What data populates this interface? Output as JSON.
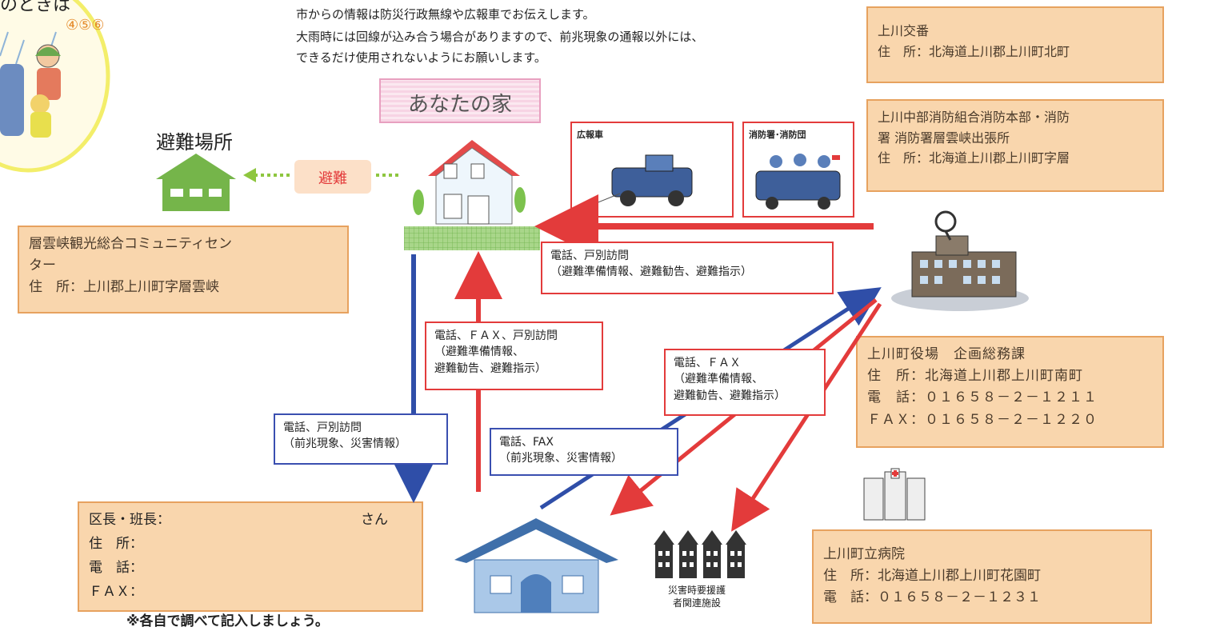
{
  "header": {
    "line1": "市からの情報は防災行政無線や広報車でお伝えします。",
    "line2": "大雨時には回線が込み合う場合がありますので、前兆現象の通報以外には、",
    "line3": "できるだけ使用されないようにお願いします。"
  },
  "corner": {
    "partial_text": "のときは",
    "circled_numbers": "④⑤⑥"
  },
  "your_house": {
    "label": "あなたの家"
  },
  "shelter": {
    "title": "避難場所"
  },
  "evacuation_tag": {
    "label": "避難"
  },
  "shelter_info": {
    "text": "層雲峡観光総合コミュニティセン\nター\n住　所：上川郡上川町字層雲峡"
  },
  "vehicles": {
    "pr_car": "広報車",
    "fire": "消防署･消防団"
  },
  "police": {
    "text": "上川交番\n住　所：北海道上川郡上川町北町"
  },
  "fire_dept": {
    "text": "上川中部消防組合消防本部・消防\n署 消防署層雲峡出張所\n住　所：北海道上川郡上川町字層"
  },
  "town_hall": {
    "text": "上川町役場　企画総務課\n住　所：北海道上川郡上川町南町\n電　話：０１６５８－２－１２１１\nＦＡＸ：０１６５８－２－１２２０"
  },
  "hospital": {
    "text": "上川町立病院\n住　所：北海道上川郡上川町花園町\n電　話：０１６５８－２－１２３１"
  },
  "chief": {
    "row1_label": "区長・班長：",
    "row1_suffix": "さん",
    "row2": "住　所：",
    "row3": "電　話：",
    "row4": "ＦＡＸ："
  },
  "footnote": "※各自で調べて記入しましょう。",
  "care_facility": {
    "label": "災害時要援護\n者関連施設"
  },
  "messages": {
    "m_top": "電話、戸別訪問\n（避難準備情報、避難勧告、避難指示）",
    "m_center": "電話、ＦＡＸ、戸別訪問\n（避難準備情報、\n避難勧告、避難指示）",
    "m_right": "電話、ＦＡＸ\n（避難準備情報、\n避難勧告、避難指示）",
    "m_left": "電話、戸別訪問\n（前兆現象、災害情報）",
    "m_bottom": "電話、FAX\n（前兆現象、災害情報）"
  }
}
